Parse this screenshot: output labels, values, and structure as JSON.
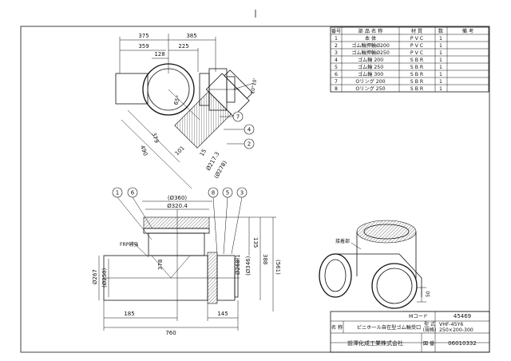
{
  "parts_table": {
    "headers": [
      "番号",
      "部 品 名 称",
      "材 質",
      "数",
      "備 考"
    ],
    "rows": [
      {
        "no": "1",
        "name": "本 体",
        "material": "P V C",
        "qty": "1"
      },
      {
        "no": "2",
        "name": "ゴム輪押輪Ø200",
        "material": "P V C",
        "qty": "1"
      },
      {
        "no": "3",
        "name": "ゴム輪押輪Ø250",
        "material": "P V C",
        "qty": "1"
      },
      {
        "no": "4",
        "name": "ゴム輪 200",
        "material": "S B R",
        "qty": "1"
      },
      {
        "no": "5",
        "name": "ゴム輪 250",
        "material": "S B R",
        "qty": "1"
      },
      {
        "no": "6",
        "name": "ゴム輪 300",
        "material": "S B R",
        "qty": "1"
      },
      {
        "no": "7",
        "name": "Oリング 200",
        "material": "S B R",
        "qty": "1"
      },
      {
        "no": "8",
        "name": "Oリング 250",
        "material": "S B R",
        "qty": "1"
      }
    ]
  },
  "top_view": {
    "dims": {
      "d375": "375",
      "d385": "385",
      "d359": "359",
      "d225": "225",
      "d128": "128",
      "angle": "65°",
      "tilt": "10°10'",
      "d379": "379",
      "d490": "490",
      "d101": "101",
      "d15": "15",
      "d2173": "Ø217.3",
      "d278": "(Ø278)"
    },
    "callouts": [
      "7",
      "4",
      "2"
    ]
  },
  "front_view": {
    "dims": {
      "d360": "(Ø360)",
      "d3204": "Ø320.4",
      "d135": "135",
      "d388": "388",
      "d561": "(561)",
      "d378": "378",
      "d267": "Ø267",
      "d250": "(Ø250)",
      "d2681": "Ø268.1",
      "d346": "(Ø346)",
      "d185": "185",
      "d760": "760",
      "d145": "145"
    },
    "callouts": [
      "1",
      "6",
      "8",
      "5",
      "3"
    ],
    "frp_label": "FRP補強"
  },
  "iso_view": {
    "label": "接着部",
    "dim50": "50"
  },
  "title_block": {
    "mcode_label": "Mコード",
    "mcode_value": "45469",
    "name_label": "名 称",
    "name_value": "ピニホール自在型ゴム輪受口",
    "model_label": "型 式",
    "model_label2": "(規格)",
    "model_value": "VHF-45Y6",
    "model_value2": "250×200-300",
    "company": "前澤化成工業株式会社",
    "drawing_label": "図 番",
    "drawing_value": "06010332"
  }
}
